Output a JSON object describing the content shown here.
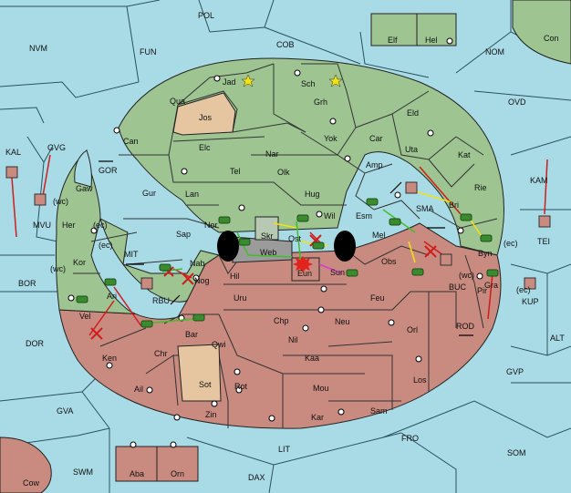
{
  "colors": {
    "sea": "#a9dbe6",
    "green_power": "#9dc491",
    "red_power": "#c98a80",
    "neutral": "#e5c6a0",
    "grey": "#9b9b9b",
    "black": "#000000",
    "move_red": "#d01c1c",
    "move_green": "#3fbf2a",
    "move_yellow": "#f2e20f",
    "move_magenta": "#d53cd0"
  },
  "territories": {
    "POL": "POL",
    "FUN": "FUN",
    "COB": "COB",
    "NOM": "NOM",
    "CON": "Con",
    "ELF": "Elf",
    "HEL": "Hel",
    "NVM": "NVM",
    "OVD": "OVD",
    "KAL": "KAL",
    "GVG": "GVG",
    "MVU": "MVU",
    "WC1": "(wc)",
    "GOR": "GOR",
    "KAM": "KAM",
    "TEI": "TEI",
    "BOR": "BOR",
    "DOR": "DOR",
    "ALT": "ALT",
    "GVP": "GVP",
    "GVA": "GVA",
    "FRO": "FRO",
    "SOM": "SOM",
    "LIT": "LIT",
    "SWM": "SWM",
    "DAX": "DAX",
    "COW": "Cow",
    "ABA": "Aba",
    "ORN": "Orn",
    "JAD": "Jad",
    "SCH": "Sch",
    "QUA": "Qua",
    "JOS": "Jos",
    "GRH": "Grh",
    "ELD": "Eld",
    "CAN": "Can",
    "ELC": "Elc",
    "NAR": "Nar",
    "YOK": "Yok",
    "CAR": "Car",
    "UTA": "Uta",
    "KAT": "Kat",
    "TEL": "Tel",
    "OLK": "Olk",
    "AMP": "Amp",
    "GAW": "Gaw",
    "GUR": "Gur",
    "LAN": "Lan",
    "HUG": "Hug",
    "RIE": "Rie",
    "ESM": "Esm",
    "SMA": "SMA",
    "BRI": "Bri",
    "HER": "Her",
    "EC1": "(ec)",
    "NOR": "Nor",
    "SKR": "Skr",
    "WIL": "Wil",
    "MEL": "Mel",
    "SAP": "Sap",
    "OST": "Ost",
    "BYN": "Byn",
    "EC2": "(ec)",
    "KOR": "Kor",
    "EC3": "(ec)",
    "MIT": "MIT",
    "WEB": "Web",
    "WC2": "(wc)",
    "NAB": "Nab",
    "EUN": "Eun",
    "SUN": "Sun",
    "OBS": "Obs",
    "HIL": "Hil",
    "NOG": "Nog",
    "BUC": "BUC",
    "WC3": "(wc)",
    "ARI": "Ari",
    "RBU": "RBU",
    "URU": "Uru",
    "FEU": "Feu",
    "PIR": "Pir",
    "GRA": "Gra",
    "KUP": "KUP",
    "VEL": "Vel",
    "CHP": "Chp",
    "NEU": "Neu",
    "ROD": "ROD",
    "ORL": "Orl",
    "BAR": "Bar",
    "QWI": "Qwi",
    "NIL": "Nil",
    "KEN": "Ken",
    "CHR": "Chr",
    "KAA": "Kaa",
    "LOS": "Los",
    "AIL": "Ail",
    "SOT": "Sot",
    "ROT": "Rot",
    "MOU": "Mou",
    "ZIN": "Zin",
    "KAR": "Kar",
    "SAM": "Sam",
    "EC4": "(ec)"
  }
}
